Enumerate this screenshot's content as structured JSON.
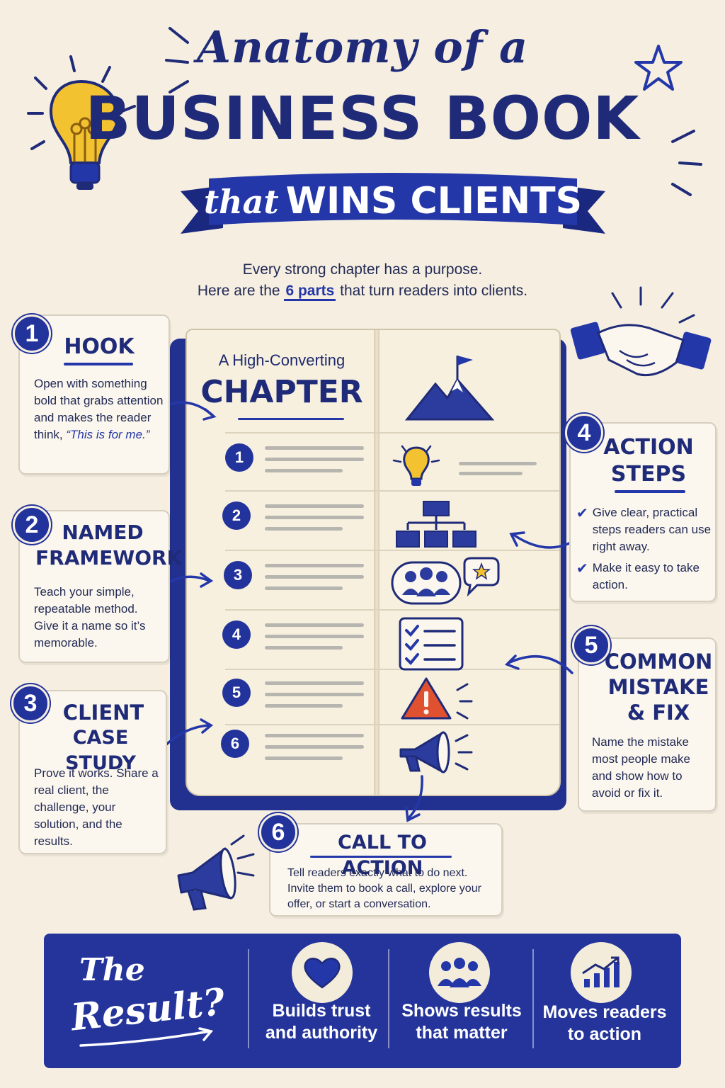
{
  "title": {
    "line1": "Anatomy of a",
    "line2": "BUSINESS BOOK",
    "banner_small": "that",
    "banner_big": "WINS CLIENTS"
  },
  "subtitle": {
    "line1": "Every strong chapter has a purpose.",
    "line2_pre": "Here are the",
    "line2_em": "6 parts",
    "line2_post": "that turn readers into clients."
  },
  "book": {
    "small_title": "A High-Converting",
    "big_title": "CHAPTER",
    "rows": [
      "1",
      "2",
      "3",
      "4",
      "5",
      "6"
    ]
  },
  "cards": {
    "hook": {
      "num": "1",
      "title": "HOOK",
      "body": "Open with something bold that grabs attention and makes the reader think,",
      "quote": "“This is for me.”"
    },
    "framework": {
      "num": "2",
      "title1": "NAMED",
      "title2": "FRAMEWORK",
      "body": "Teach your simple, repeatable method. Give it a name so it’s memorable."
    },
    "case": {
      "num": "3",
      "title1": "CLIENT",
      "title2": "CASE STUDY",
      "body": "Prove it works. Share a real client, the challenge, your solution, and the results."
    },
    "action": {
      "num": "4",
      "title1": "ACTION",
      "title2": "STEPS",
      "item1": "Give clear, practical steps readers can use right away.",
      "item2": "Make it easy to take action."
    },
    "mistake": {
      "num": "5",
      "title1": "COMMON",
      "title2": "MISTAKE",
      "title3": "& FIX",
      "body": "Name the mistake most people make and show how to avoid or fix it."
    },
    "cta": {
      "num": "6",
      "title": "CALL TO ACTION",
      "body": "Tell readers exactly what to do next. Invite them to book a call, explore your offer, or start a conversation."
    }
  },
  "result": {
    "q1": "The",
    "q2": "Result?",
    "items": [
      {
        "icon": "heart-icon",
        "label1": "Builds trust",
        "label2": "and authority"
      },
      {
        "icon": "people-icon",
        "label1": "Shows results",
        "label2": "that matter"
      },
      {
        "icon": "growth-chart-icon",
        "label1": "Moves readers",
        "label2": "to action"
      }
    ]
  },
  "colors": {
    "navy": "#1f2b78",
    "accent": "#2437a8",
    "paper": "#f6efe1",
    "bulb": "#f2c230",
    "warning": "#e0512f"
  }
}
